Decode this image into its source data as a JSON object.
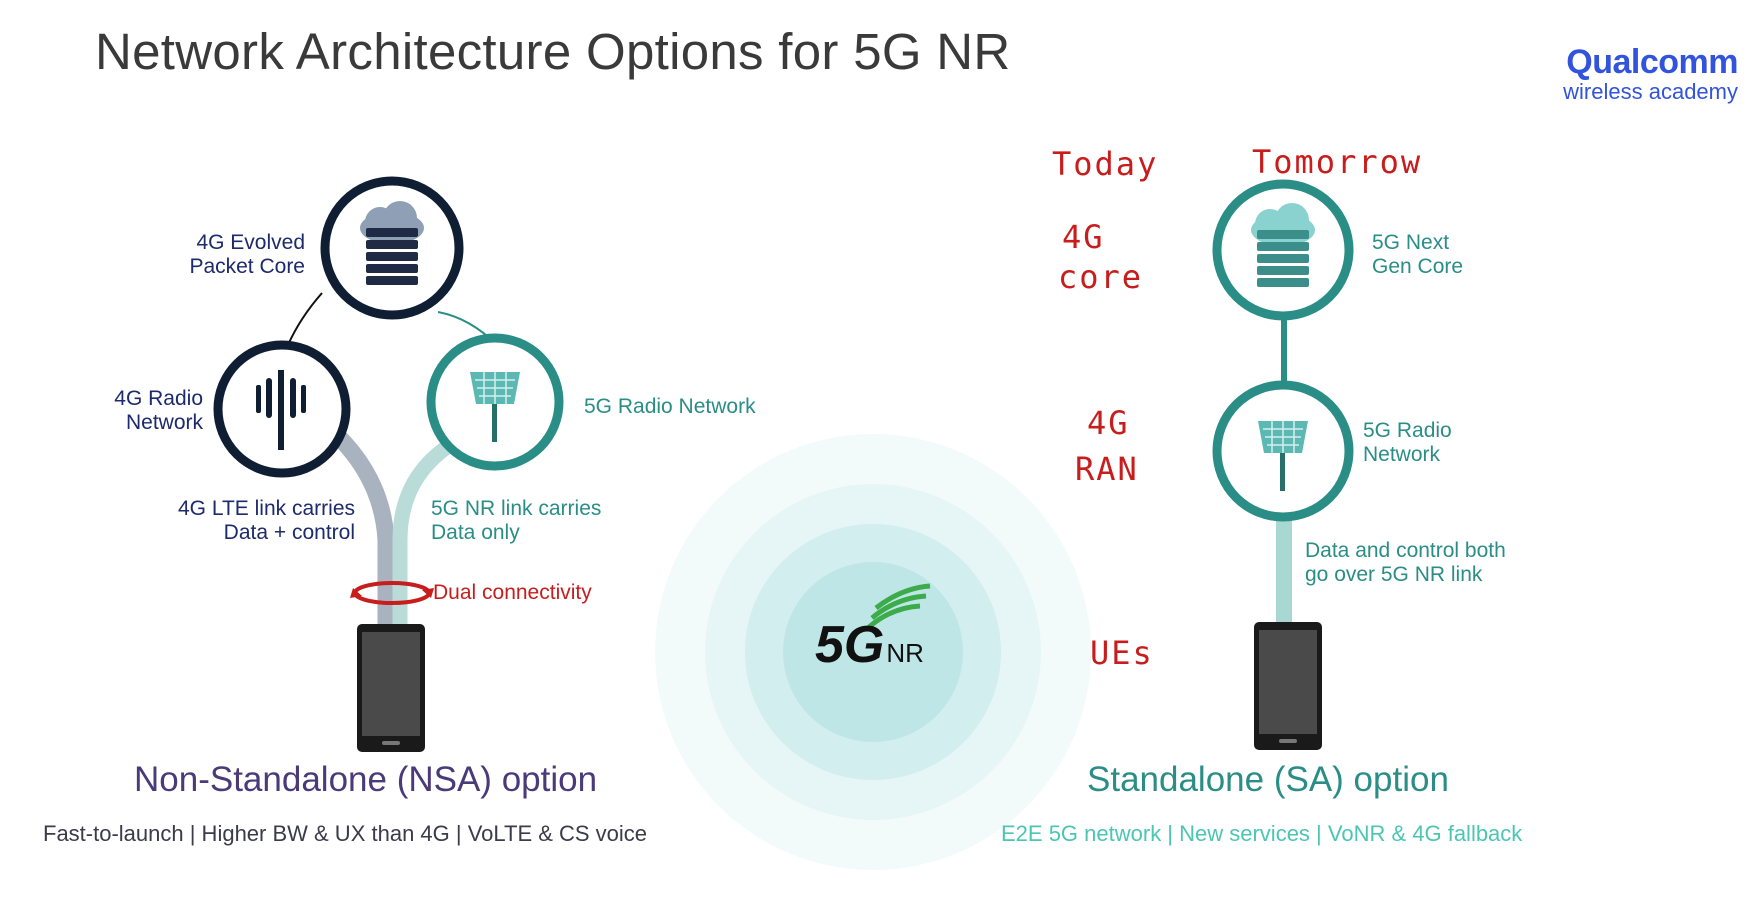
{
  "title": "Network Architecture Options for 5G NR",
  "logo": {
    "brand": "Qualcomm",
    "sub": "wireless academy"
  },
  "nsa": {
    "core_label_1": "4G Evolved",
    "core_label_2": "Packet Core",
    "radio4g_1": "4G Radio",
    "radio4g_2": "Network",
    "radio5g": "5G Radio Network",
    "lte_link_1": "4G LTE link carries",
    "lte_link_2": "Data + control",
    "nr_link_1": "5G NR link carries",
    "nr_link_2": "Data only",
    "dual": "Dual connectivity",
    "option": "Non-Standalone (NSA) option",
    "features": "Fast-to-launch | Higher BW & UX than 4G | VoLTE & CS voice"
  },
  "center": {
    "big": "5G",
    "small": "NR"
  },
  "sa": {
    "core_1": "5G Next",
    "core_2": "Gen Core",
    "radio_1": "5G Radio",
    "radio_2": "Network",
    "link_1": "Data and control both",
    "link_2": "go over 5G NR link",
    "option": "Standalone (SA) option",
    "features": "E2E 5G network | New services | VoNR & 4G fallback"
  },
  "handwriting": {
    "today": "Today",
    "tomorrow": "Tomorrow",
    "core_1": "4G",
    "core_2": "core",
    "ran_1": "4G",
    "ran_2": "RAN",
    "ues": "UEs"
  },
  "colors": {
    "navy": "#1d2a6b",
    "teal": "#2a8d86",
    "red": "#c81d1d",
    "brand": "#3253dc"
  }
}
